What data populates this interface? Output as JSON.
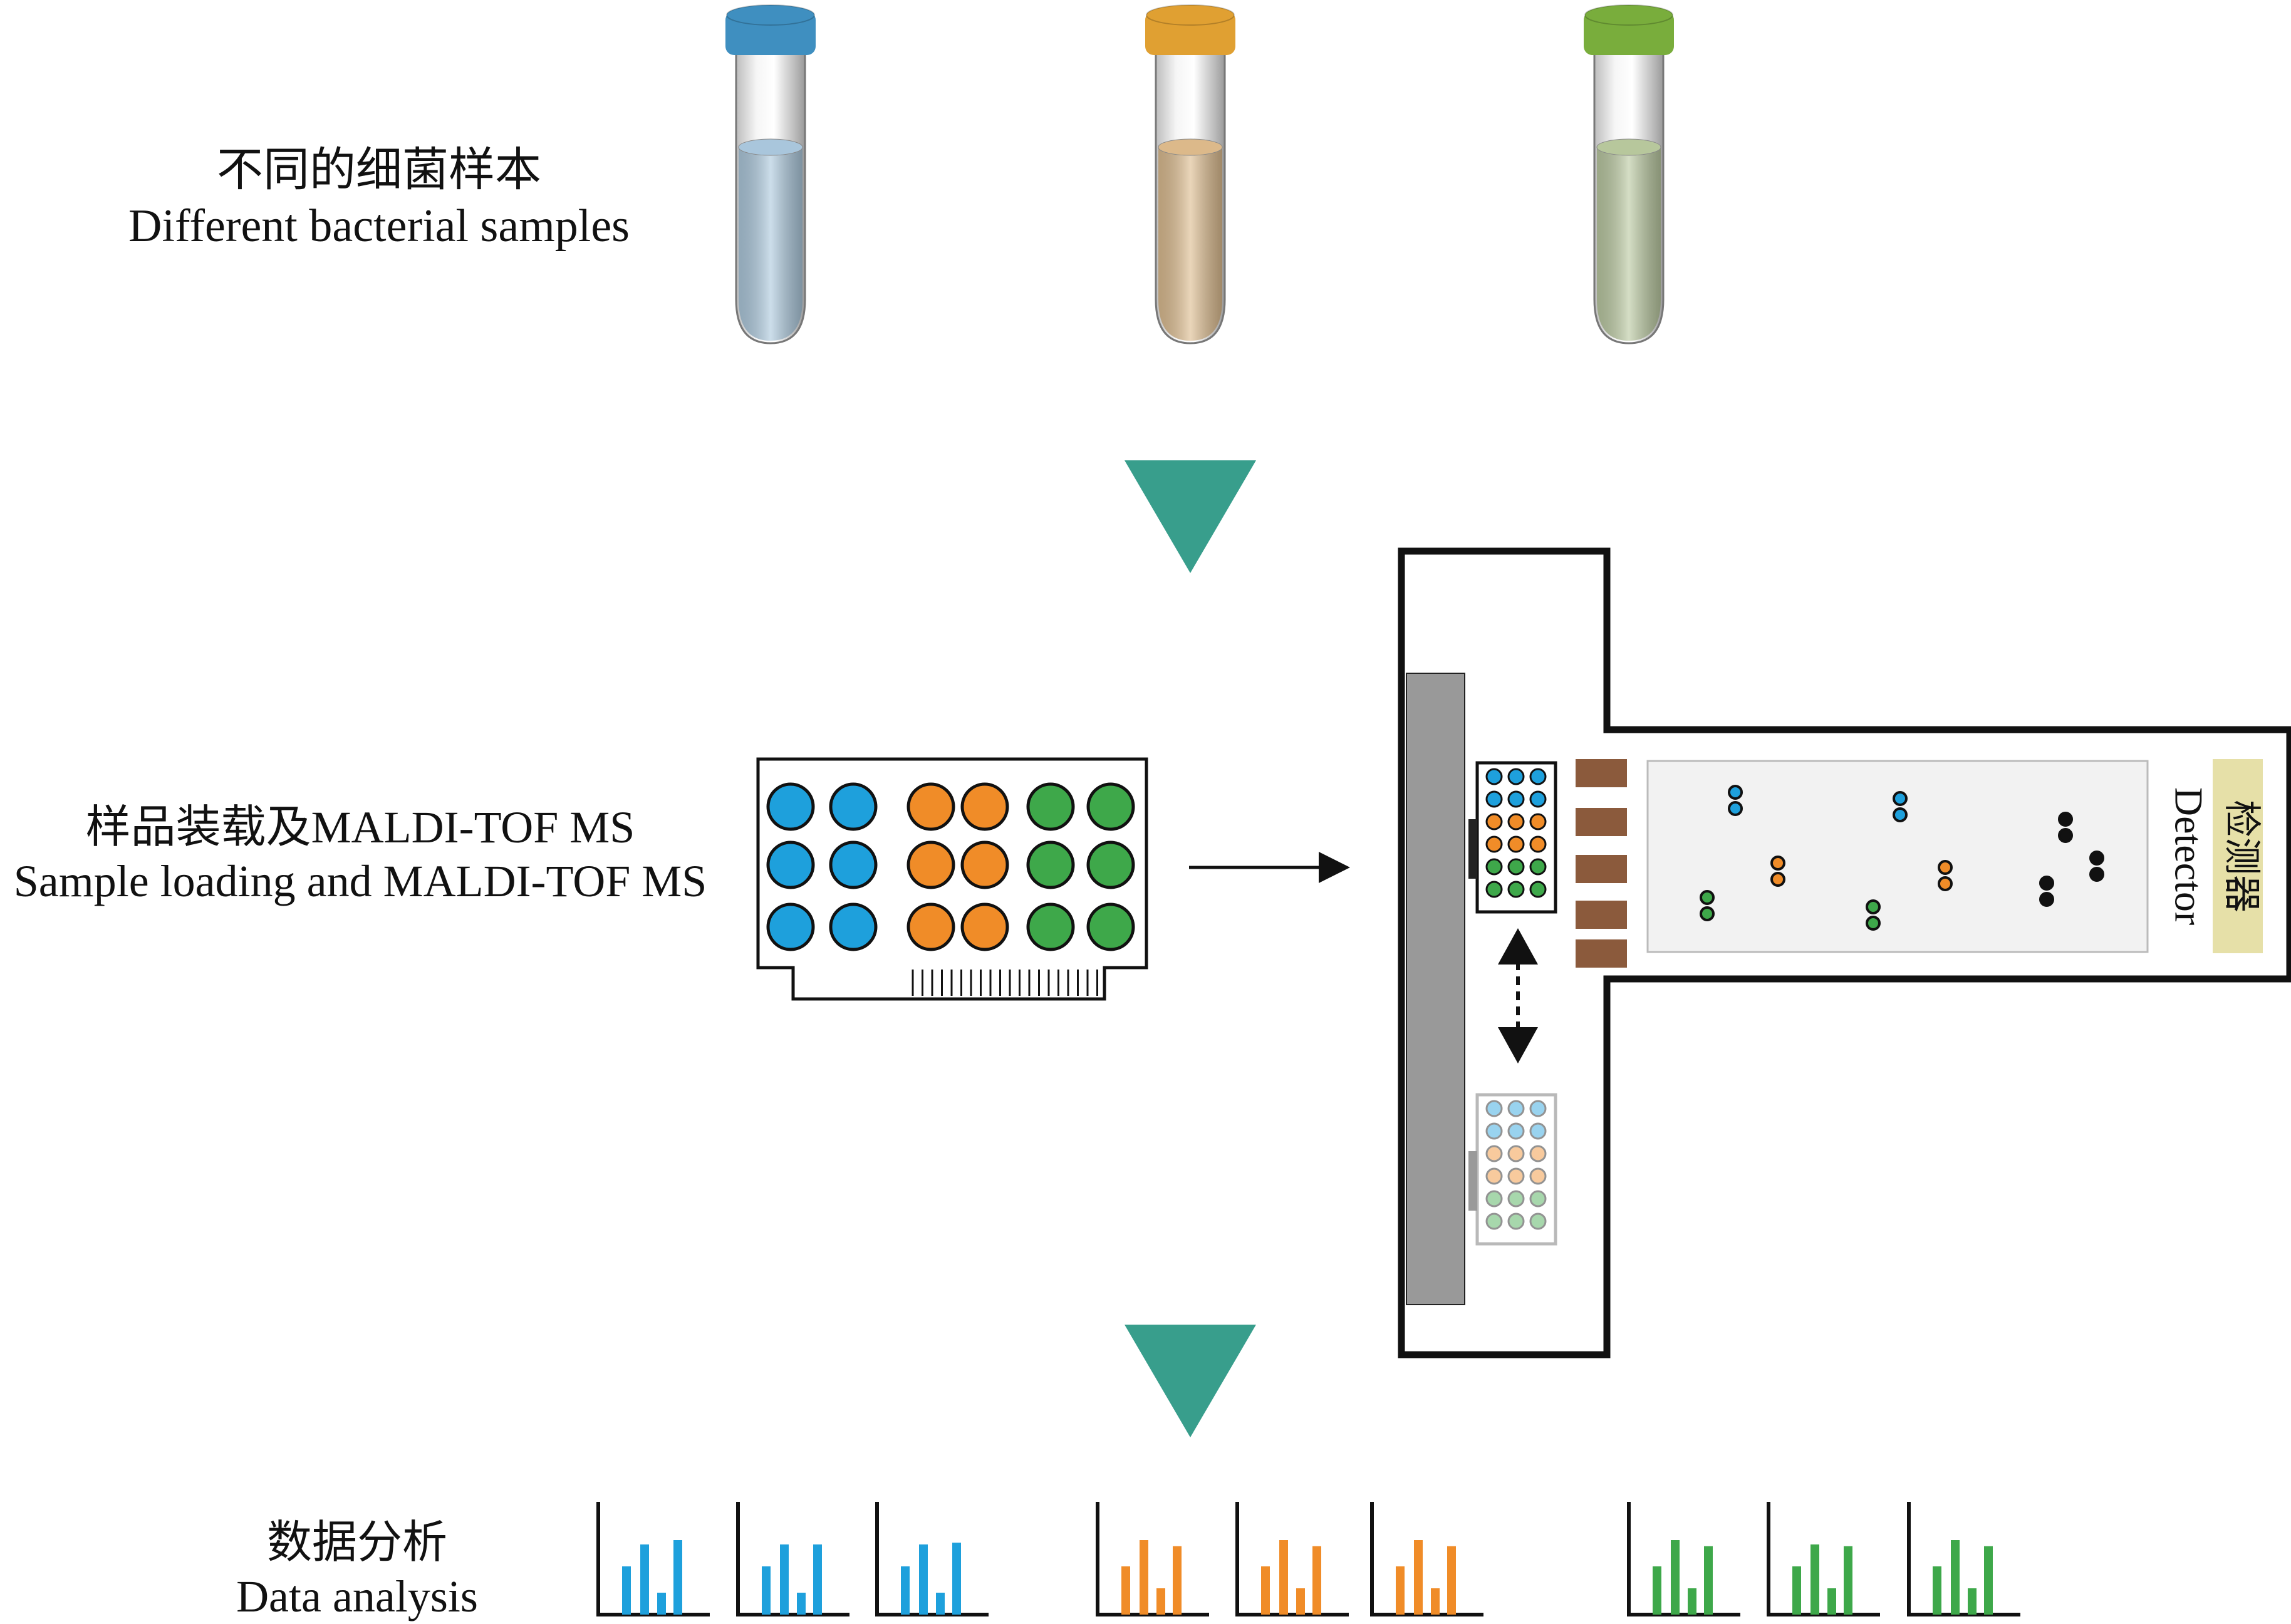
{
  "labels": {
    "samples_zh": "不同的细菌样本",
    "samples_en": "Different bacterial samples",
    "loading_zh": "样品装载及MALDI-TOF MS",
    "loading_en": "Sample loading and MALDI-TOF MS",
    "detector_zh": "检测器",
    "detector_en": "Detector",
    "analysis_zh": "数据分析",
    "analysis_en": "Data analysis"
  },
  "samples": [
    {
      "name": "blue-sample",
      "cap": "#3f8fc0",
      "liquid": "#a9c6dc"
    },
    {
      "name": "orange-sample",
      "cap": "#e0a032",
      "liquid": "#dcb98a"
    },
    {
      "name": "green-sample",
      "cap": "#79ad3c",
      "liquid": "#b7c79c"
    }
  ],
  "colors": {
    "flow_arrow": "#389e8c",
    "blue": "#1ea0dc",
    "orange": "#f08c28",
    "green": "#3ea84a",
    "detector_label_bg": "#e6e0a8",
    "grid_electrode": "#8b5a3c",
    "sample_stage": "#999999",
    "flight_tube": "#f2f2f2"
  },
  "spectra": [
    {
      "color": "blue",
      "bars": [
        0.55,
        0.8,
        0.25,
        0.85
      ]
    },
    {
      "color": "blue",
      "bars": [
        0.55,
        0.8,
        0.25,
        0.8
      ]
    },
    {
      "color": "blue",
      "bars": [
        0.55,
        0.8,
        0.25,
        0.82
      ]
    },
    {
      "color": "orange",
      "bars": [
        0.55,
        0.85,
        0.3,
        0.78
      ]
    },
    {
      "color": "orange",
      "bars": [
        0.55,
        0.85,
        0.3,
        0.78
      ]
    },
    {
      "color": "orange",
      "bars": [
        0.55,
        0.85,
        0.3,
        0.78
      ]
    },
    {
      "color": "green",
      "bars": [
        0.55,
        0.85,
        0.3,
        0.78
      ]
    },
    {
      "color": "green",
      "bars": [
        0.55,
        0.8,
        0.3,
        0.78
      ]
    },
    {
      "color": "green",
      "bars": [
        0.55,
        0.85,
        0.3,
        0.78
      ]
    }
  ]
}
